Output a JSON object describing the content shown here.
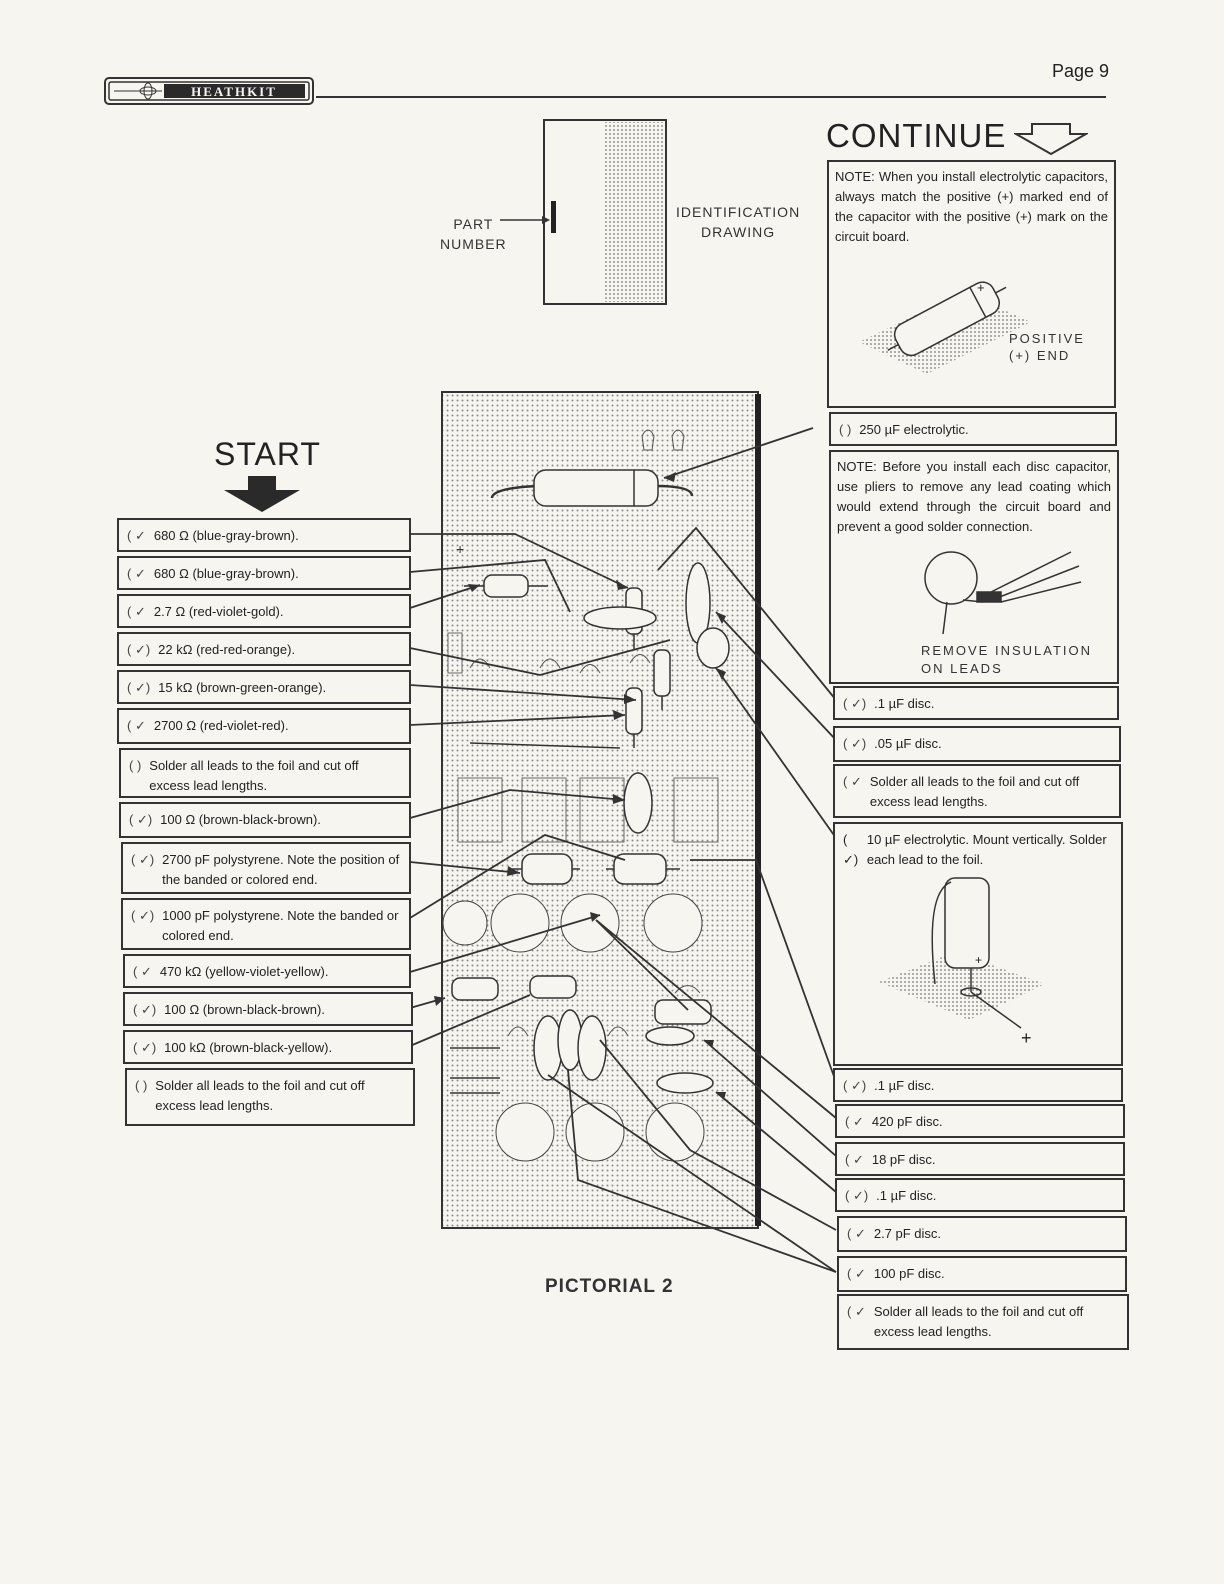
{
  "header": {
    "brand": "HEATHKIT",
    "page_number": "Page 9"
  },
  "identification": {
    "part_number_line1": "PART",
    "part_number_line2": "NUMBER",
    "drawing_line1": "IDENTIFICATION",
    "drawing_line2": "DRAWING"
  },
  "start_heading": "START",
  "continue_heading": "CONTINUE",
  "left_steps": [
    {
      "check": "( ✓",
      "text": "680 Ω (blue-gray-brown)."
    },
    {
      "check": "( ✓",
      "text": "680 Ω (blue-gray-brown)."
    },
    {
      "check": "( ✓",
      "text": "2.7 Ω (red-violet-gold)."
    },
    {
      "check": "( ✓)",
      "text": "22 kΩ (red-red-orange)."
    },
    {
      "check": "( ✓)",
      "text": "15 kΩ (brown-green-orange)."
    },
    {
      "check": "( ✓",
      "text": "2700 Ω (red-violet-red)."
    },
    {
      "check": "(  )",
      "text": "Solder all leads to the foil and cut off excess lead lengths."
    },
    {
      "check": "( ✓)",
      "text": "100 Ω (brown-black-brown)."
    },
    {
      "check": "( ✓)",
      "text": "2700 pF polystyrene. Note the position of the banded or colored end."
    },
    {
      "check": "( ✓)",
      "text": "1000 pF polystyrene. Note the banded or colored end."
    },
    {
      "check": "( ✓",
      "text": "470 kΩ (yellow-violet-yellow)."
    },
    {
      "check": "( ✓)",
      "text": "100 Ω (brown-black-brown)."
    },
    {
      "check": "( ✓)",
      "text": "100 kΩ (brown-black-yellow)."
    },
    {
      "check": "(  )",
      "text": "Solder all leads to the foil and cut off excess lead lengths."
    }
  ],
  "right_notes": {
    "electrolytic_note": "NOTE: When you install electrolytic capacitors, always match the positive (+) marked end of the capacitor with the positive (+) mark on the circuit board.",
    "positive_end_line1": "POSITIVE",
    "positive_end_line2": "(+) END",
    "disc_note": "NOTE: Before you install each disc capacitor, use pliers to remove any lead coating which would extend through the circuit board and prevent a good solder connection.",
    "remove_insulation_line1": "REMOVE INSULATION",
    "remove_insulation_line2": "ON LEADS",
    "plus_mark": "+"
  },
  "right_steps": [
    {
      "check": "(  )",
      "text": "250 µF electrolytic."
    },
    {
      "check": "( ✓)",
      "text": ".1 µF disc."
    },
    {
      "check": "( ✓)",
      "text": ".05 µF disc."
    },
    {
      "check": "( ✓",
      "text": "Solder all leads to the foil and cut off excess lead lengths."
    },
    {
      "check": "( ✓)",
      "text": "10 µF electrolytic. Mount vertically. Solder each lead to the foil."
    },
    {
      "check": "( ✓)",
      "text": ".1 µF disc."
    },
    {
      "check": "( ✓",
      "text": "420 pF disc."
    },
    {
      "check": "( ✓",
      "text": "18 pF disc."
    },
    {
      "check": "( ✓)",
      "text": ".1 µF disc."
    },
    {
      "check": "( ✓",
      "text": "2.7 pF disc."
    },
    {
      "check": "( ✓",
      "text": "100 pF disc."
    },
    {
      "check": "( ✓",
      "text": "Solder all leads to the foil and cut off excess lead lengths."
    }
  ],
  "pictorial_label": "PICTORIAL 2",
  "colors": {
    "ink": "#222222",
    "paper": "#f7f5ef",
    "board_dots": "#8a8a8a"
  }
}
